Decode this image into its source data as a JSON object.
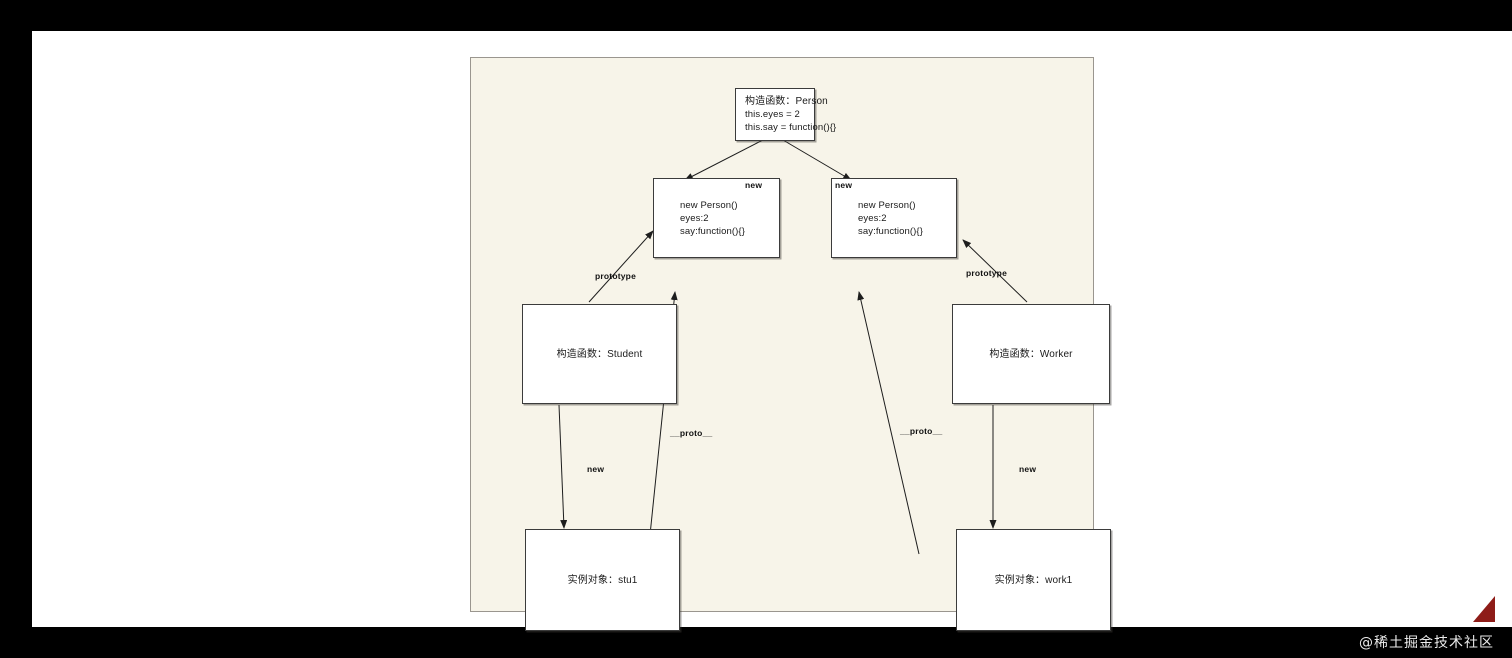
{
  "diagram": {
    "type": "prototype-chain-diagram",
    "canvas_background": "#f7f4e9",
    "nodes": [
      {
        "id": "person-constructor",
        "lines": [
          "构造函数：Person",
          "this.eyes = 2",
          "this.say = function(){}"
        ]
      },
      {
        "id": "new-person-left",
        "lines": [
          "new Person()",
          "eyes:2",
          "say:function(){}"
        ]
      },
      {
        "id": "new-person-right",
        "lines": [
          "new Person()",
          "eyes:2",
          "say:function(){}"
        ]
      },
      {
        "id": "student-constructor",
        "lines": [
          "构造函数：Student"
        ]
      },
      {
        "id": "worker-constructor",
        "lines": [
          "构造函数：Worker"
        ]
      },
      {
        "id": "stu1-instance",
        "lines": [
          "实例对象：stu1"
        ]
      },
      {
        "id": "work1-instance",
        "lines": [
          "实例对象：work1"
        ]
      }
    ],
    "edges": [
      {
        "id": "person-to-newleft",
        "label": "new"
      },
      {
        "id": "person-to-newright",
        "label": "new"
      },
      {
        "id": "student-prototype",
        "label": "prototype"
      },
      {
        "id": "worker-prototype",
        "label": "prototype"
      },
      {
        "id": "stu1-proto",
        "label": "__proto__"
      },
      {
        "id": "work1-proto",
        "label": "__proto__"
      },
      {
        "id": "student-new-stu1",
        "label": "new"
      },
      {
        "id": "worker-new-work1",
        "label": "new"
      }
    ]
  },
  "watermark": {
    "text": "@稀土掘金技术社区",
    "logo_color": "#8e1c18"
  }
}
